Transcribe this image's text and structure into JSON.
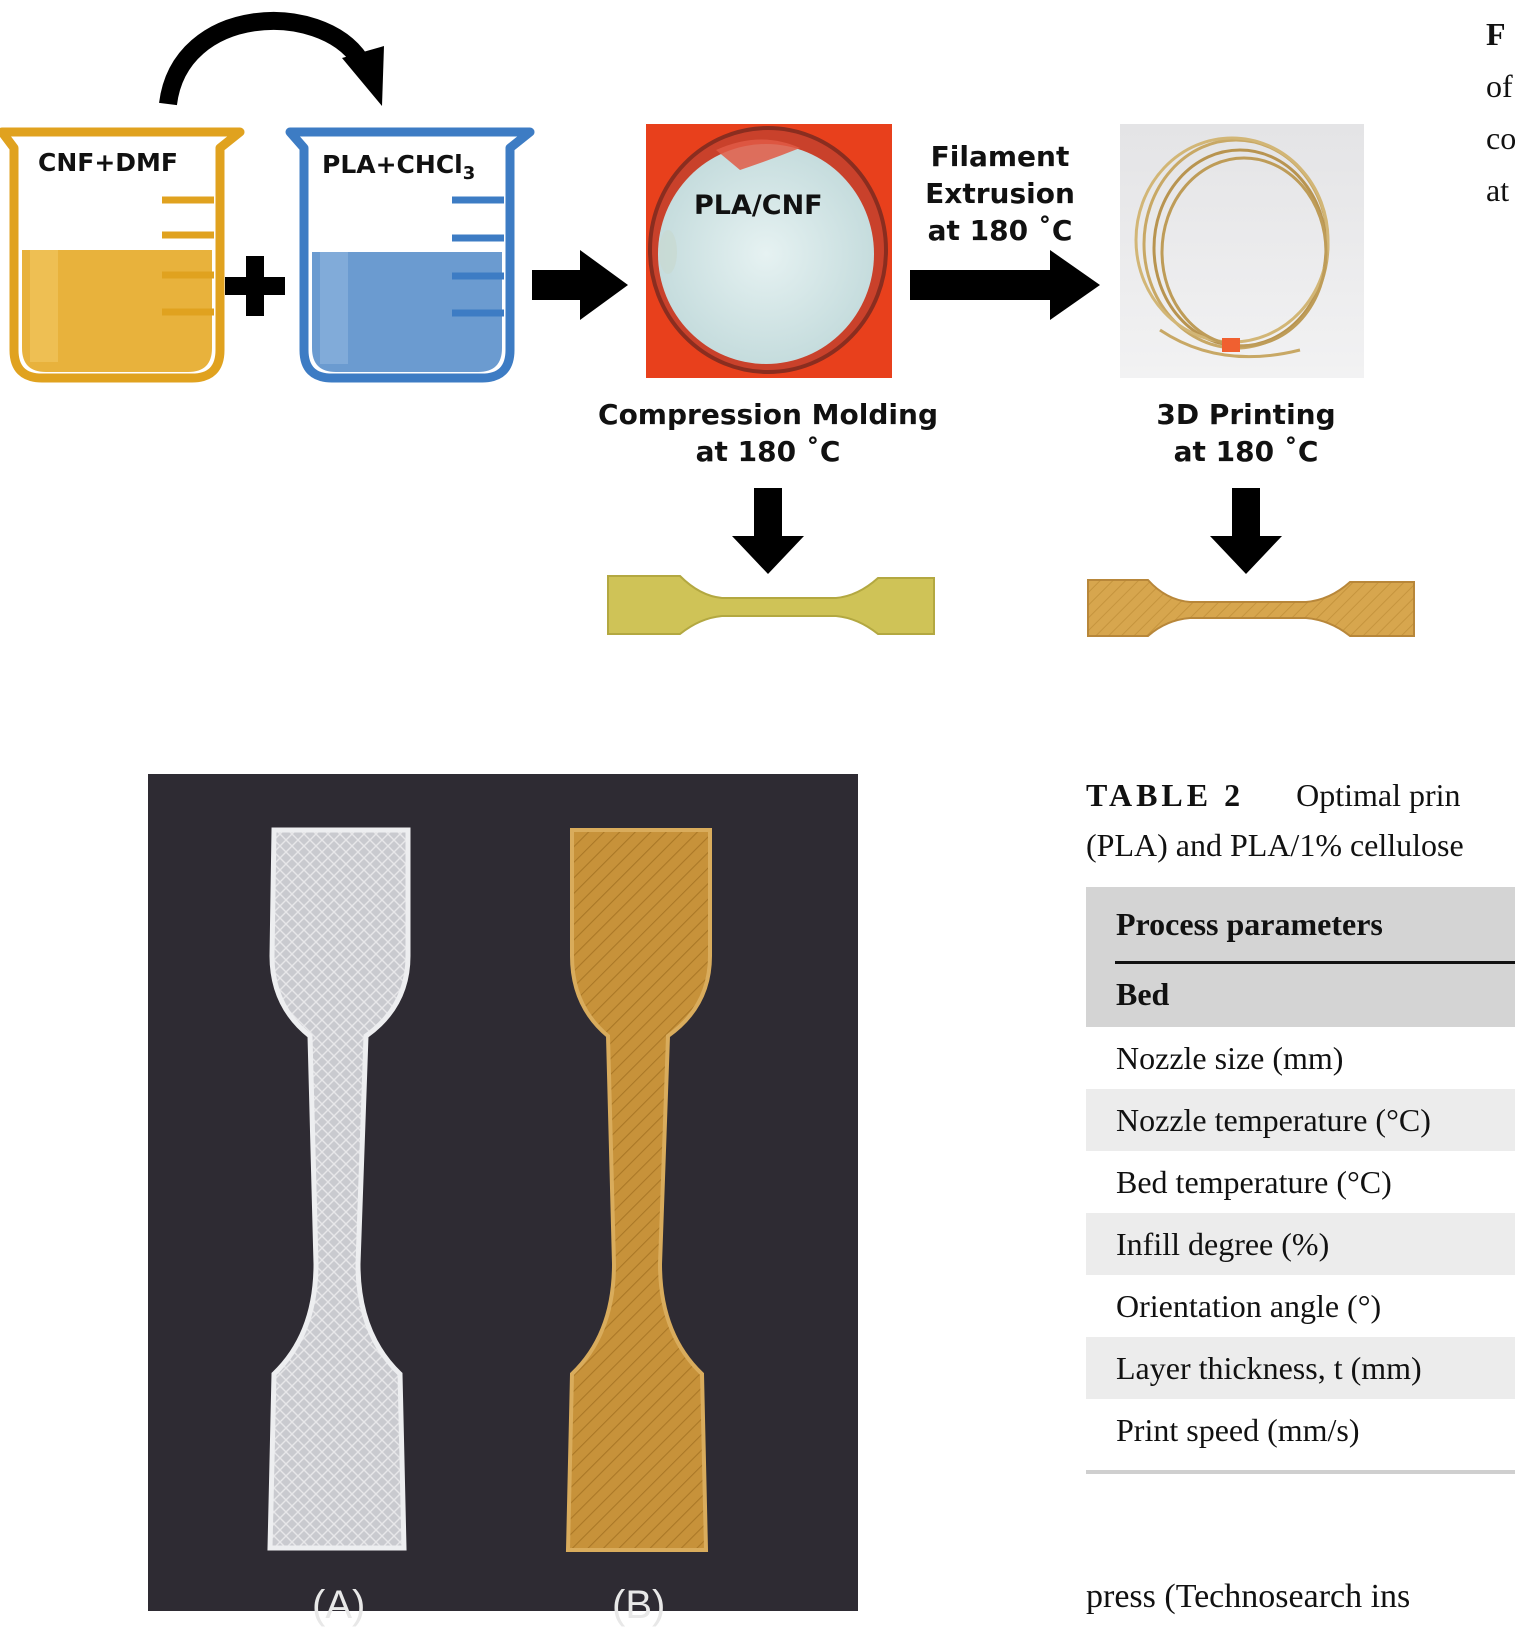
{
  "figure_top": {
    "beaker1_label": "CNF+DMF",
    "beaker2_label": "PLA+CHCl",
    "beaker2_subscript": "3",
    "dish_label": "PLA/CNF",
    "step_extrusion": [
      "Filament",
      "Extrusion",
      "at 180 ˚C"
    ],
    "step_compression": [
      "Compression Molding",
      "at 180 ˚C"
    ],
    "step_printing": [
      "3D Printing",
      "at 180 ˚C"
    ]
  },
  "caption_fragment": [
    "F",
    "of",
    "co",
    "at"
  ],
  "photo": {
    "label_a": "(A)",
    "label_b": "(B)"
  },
  "table": {
    "label": "TABLE 2",
    "title_line1": "Optimal prin",
    "title_line2": "(PLA) and PLA/1% cellulose",
    "header": "Process parameters",
    "rows": [
      "Bed",
      "Nozzle size (mm)",
      "Nozzle temperature (°C)",
      "Bed temperature (°C)",
      "Infill degree (%)",
      "Orientation angle (°)",
      "Layer thickness, t (mm)",
      "Print speed (mm/s)"
    ]
  },
  "body_text_fragment": "press (Technosearch ins",
  "colors": {
    "beaker_orange": "#E2A52A",
    "beaker_blue": "#3D7CC4",
    "dish_background": "#E8401C",
    "powder": "#D6E8E8",
    "specimen_molded": "#CFC357",
    "specimen_printed": "#D7A64E",
    "photo_background": "#2E2B33",
    "table_header_gray": "#D4D4D4",
    "table_alt_gray": "#ECECEC"
  }
}
